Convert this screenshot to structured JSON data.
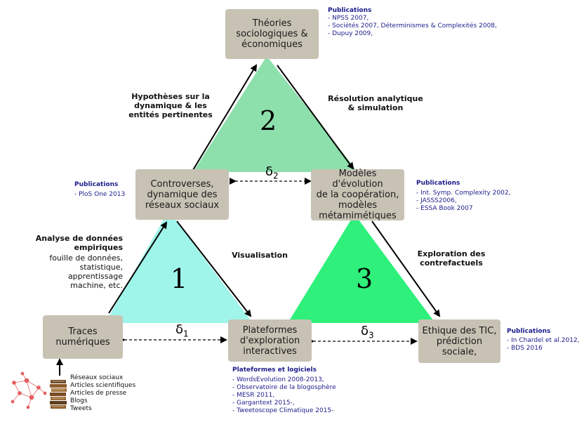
{
  "colors": {
    "box_fill": "#c8c2b4",
    "triangle_1": "#9ff5ea",
    "triangle_2": "#8ddfac",
    "triangle_3": "#2ff07a",
    "publication_text": "#1c1c8c"
  },
  "nodes": {
    "theories": "Théories\nsociologiques &\néconomiques",
    "controversies": "Controverses,\ndynamique des\nréseaux sociaux",
    "models": "Modèles d'évolution\nde la coopération,\nmodèles\nmétamimétiques",
    "traces": "Traces\nnumériques",
    "platforms": "Plateformes\nd'exploration\ninteractives",
    "ethics": "Ethique des TIC,\nprédiction\nsociale,"
  },
  "triangles": {
    "t1": "1",
    "t2": "2",
    "t3": "3"
  },
  "deltas": {
    "d1": "δ",
    "d1_sub": "1",
    "d2": "δ",
    "d2_sub": "2",
    "d3": "δ",
    "d3_sub": "3"
  },
  "edge_labels": {
    "hypotheses": "Hypothèses sur la\ndynamique & les\nentités pertinentes",
    "resolution": "Résolution analytique\n& simulation",
    "analysis_title": "Analyse de données\nempiriques",
    "analysis_detail": "fouille de données,\nstatistique,\napprentissage\nmachine, etc.",
    "visualisation": "Visualisation",
    "exploration": "Exploration des\ncontrefactuels"
  },
  "publications": {
    "top": {
      "title": "Publications",
      "items": [
        "- NPSS 2007,",
        "- Sociétés 2007, Déterminismes & Complexités 2008,",
        "- Dupuy 2009,"
      ]
    },
    "left": {
      "title": "Publications",
      "items": [
        "- PloS One 2013"
      ]
    },
    "right": {
      "title": "Publications",
      "items": [
        "- Int. Symp. Complexity 2002,",
        "- JASSS2006,",
        "- ESSA Book 2007"
      ]
    },
    "ethics": {
      "title": "Publications",
      "items": [
        "- In Chardel et al.2012,",
        "- BDS 2016"
      ]
    },
    "platforms": {
      "title": "Plateformes et logiciels",
      "items": [
        "- WordsEvolution 2008-2013,",
        "- Observatoire de la blogosphère",
        "- MESR 2011,",
        "- Gargantext 2015-,",
        "- Tweetoscope Climatique 2015-"
      ]
    }
  },
  "sources": [
    "Réseaux sociaux",
    "Articles scientifiques",
    "Articles de presse",
    "Blogs",
    "Tweets"
  ],
  "icons": {
    "network": "network-graph-icon",
    "books": "book-stack-icon"
  }
}
